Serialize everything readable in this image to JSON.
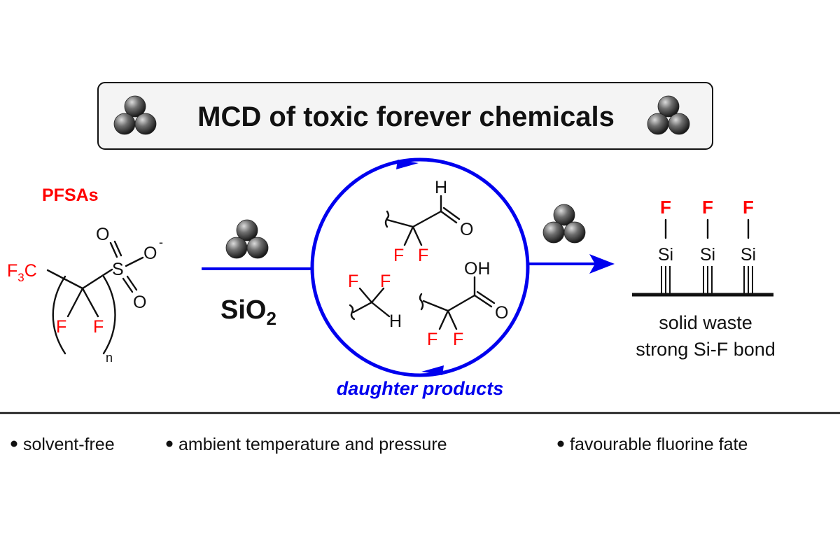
{
  "title": "MCD of toxic forever chemicals",
  "reactant": {
    "label": "PFSAs",
    "cf3": "F",
    "cf3_sub": "3",
    "cf3_c": "C",
    "f_left": "F",
    "f_right": "F",
    "sulfur": "S",
    "oxygen_top": "O",
    "oxygen_right": "O",
    "charge": "-",
    "oxygen_bottom": "O",
    "repeat_n": "n"
  },
  "reagent": {
    "main": "SiO",
    "sub": "2"
  },
  "cycle": {
    "label": "daughter products",
    "aldehyde": {
      "h": "H",
      "o": "O",
      "f1": "F",
      "f2": "F"
    },
    "difluoromethyl": {
      "f1": "F",
      "f2": "F",
      "h": "H"
    },
    "acid": {
      "oh": "OH",
      "o": "O",
      "f1": "F",
      "f2": "F"
    }
  },
  "product": {
    "fluorines": [
      "F",
      "F",
      "F"
    ],
    "silicons": [
      "Si",
      "Si",
      "Si"
    ],
    "caption_line1": "solid waste",
    "caption_line2": "strong Si-F bond"
  },
  "features": [
    "solvent-free",
    "ambient temperature and pressure",
    "favourable fluorine fate"
  ],
  "colors": {
    "accent_red": "#ff0000",
    "accent_blue": "#0000ee",
    "ink": "#111111"
  }
}
